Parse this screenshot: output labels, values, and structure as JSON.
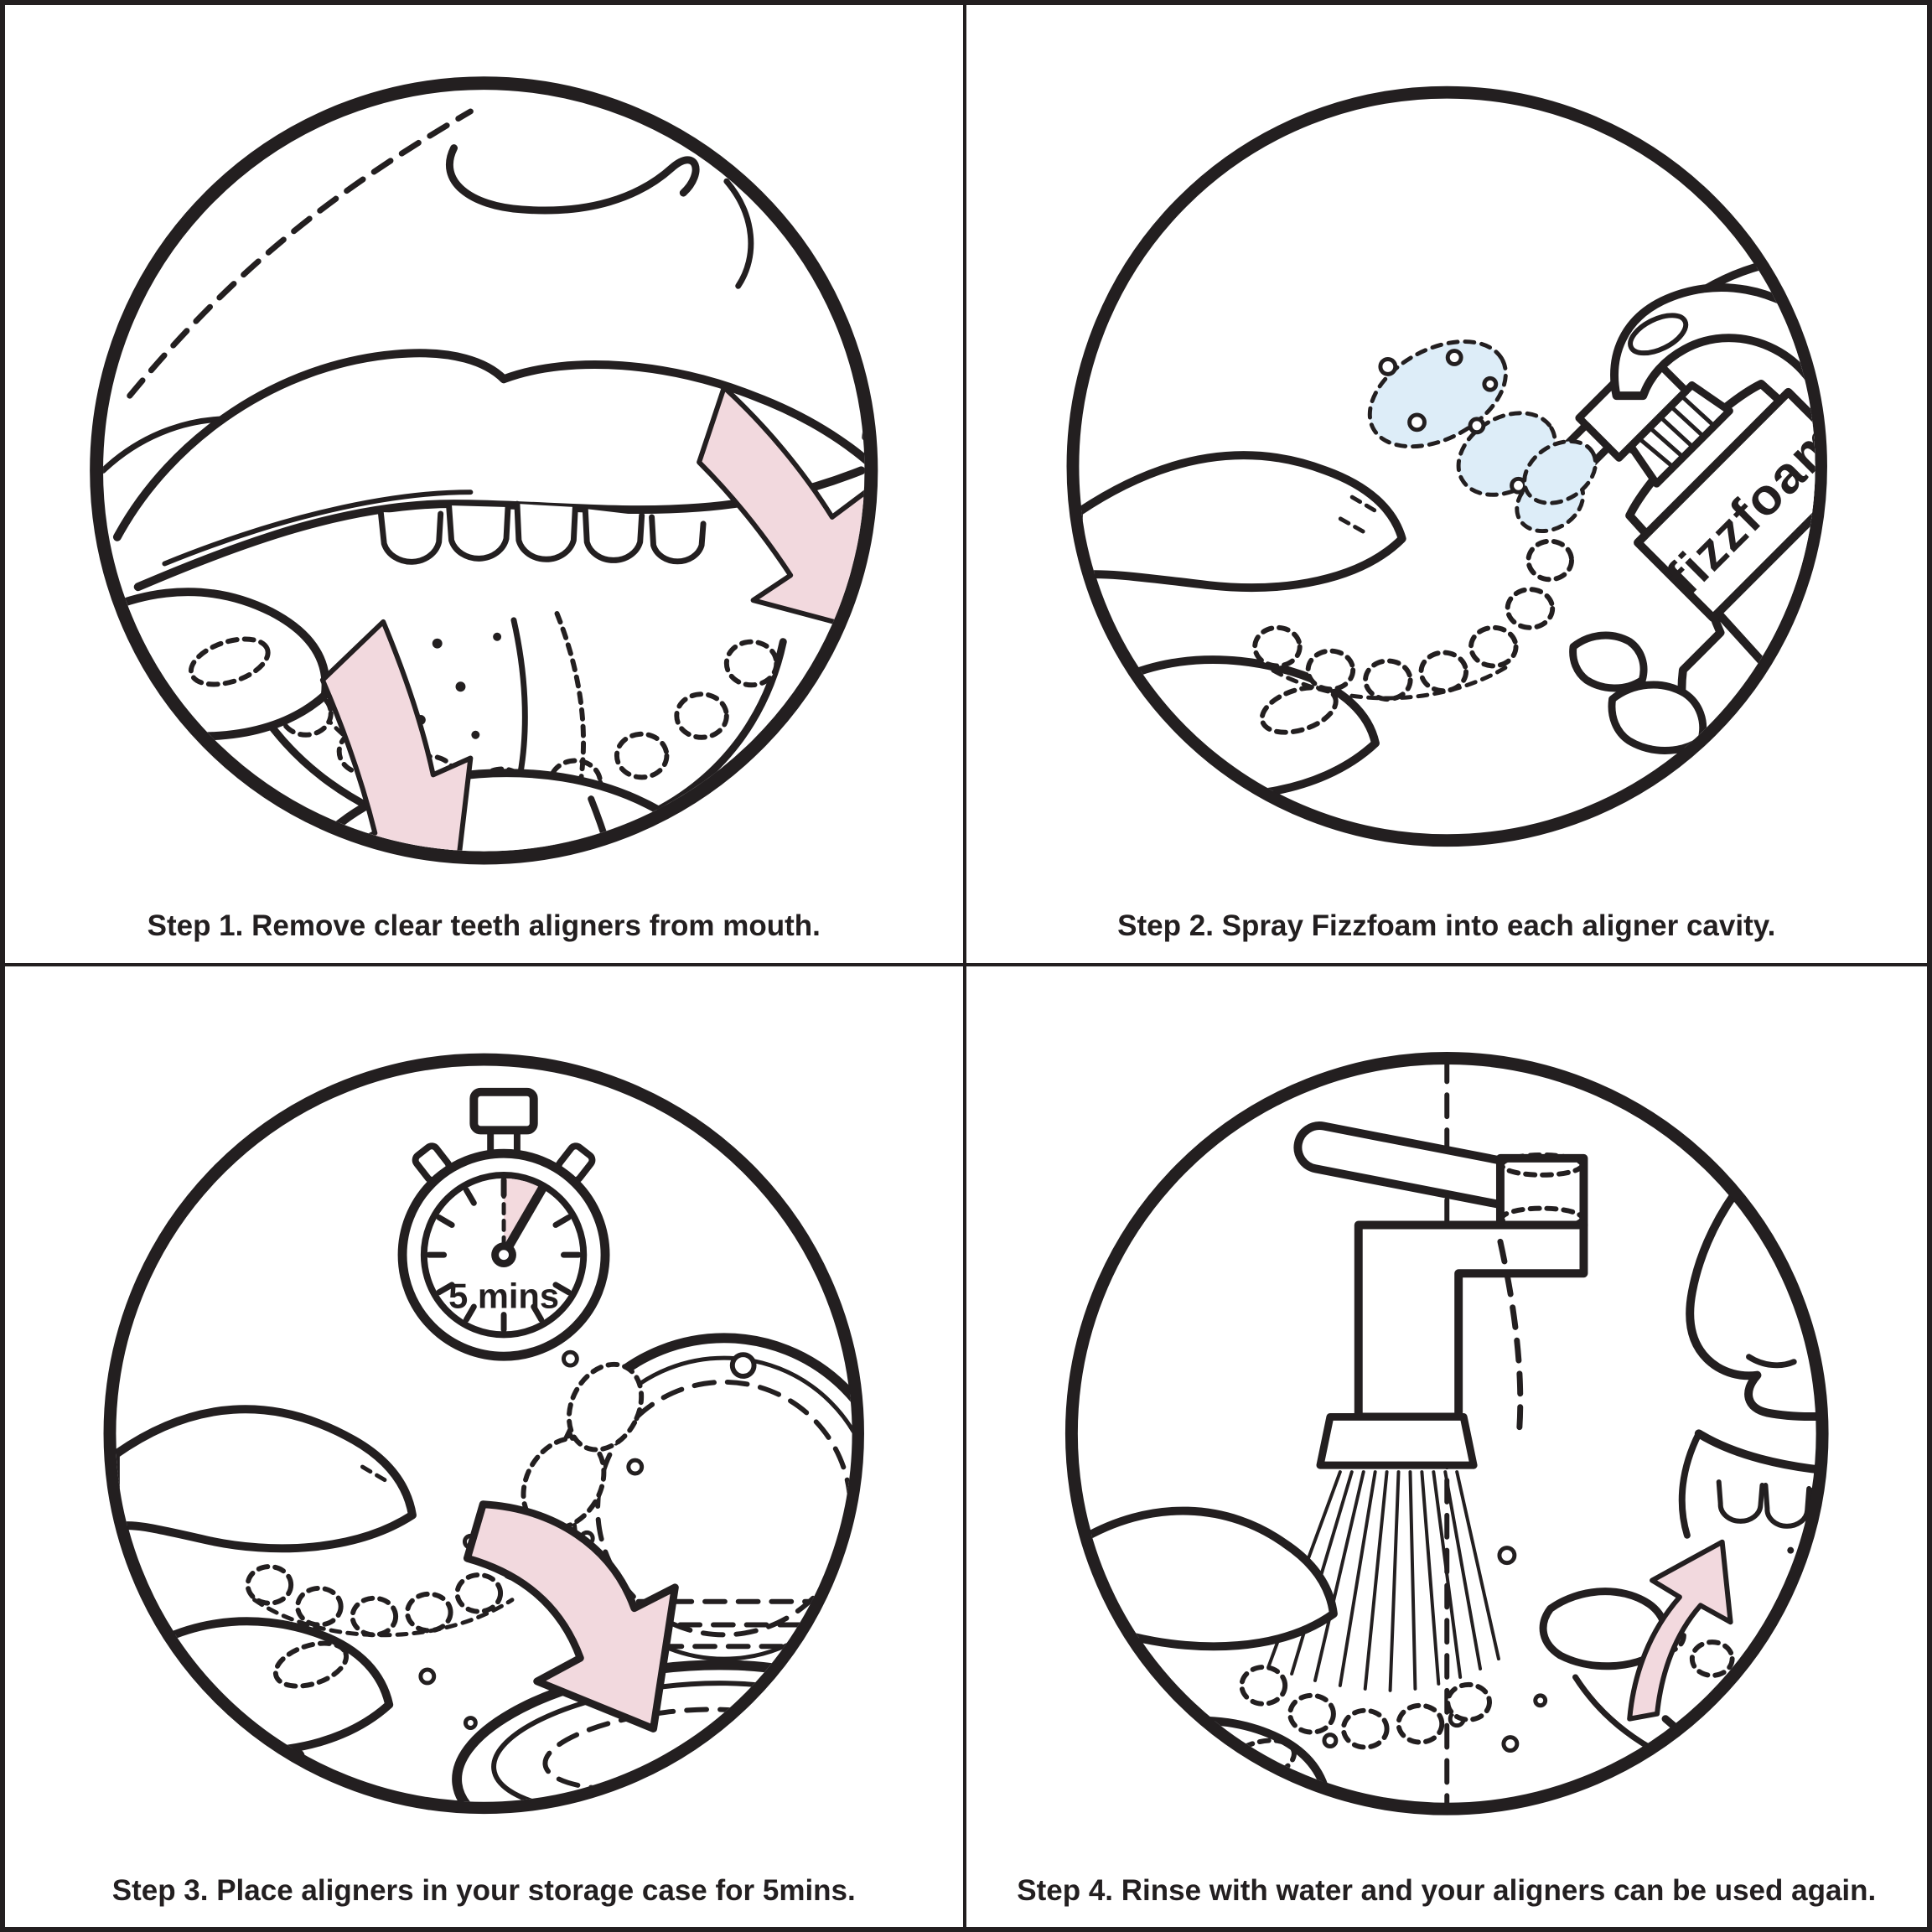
{
  "colors": {
    "line": "#231f20",
    "paper": "#ffffff",
    "arrow_pink": "#f2d9de",
    "timer_wedge_pink": "#f3dade",
    "foam_blue": "#ddedf8",
    "bottle_blue": "#edf4fb",
    "ghost_gray": "#a7a9ac"
  },
  "panels": [
    {
      "caption": "Step 1. Remove clear  teeth aligners from mouth."
    },
    {
      "caption": "Step 2. Spray Fizzfoam into each aligner cavity.",
      "bottle_label": "fizzfoam"
    },
    {
      "caption": "Step 3. Place aligners in your storage case for 5mins.",
      "timer_label": "5 mins"
    },
    {
      "caption": "Step 4. Rinse with water and your aligners can be used again."
    }
  ]
}
